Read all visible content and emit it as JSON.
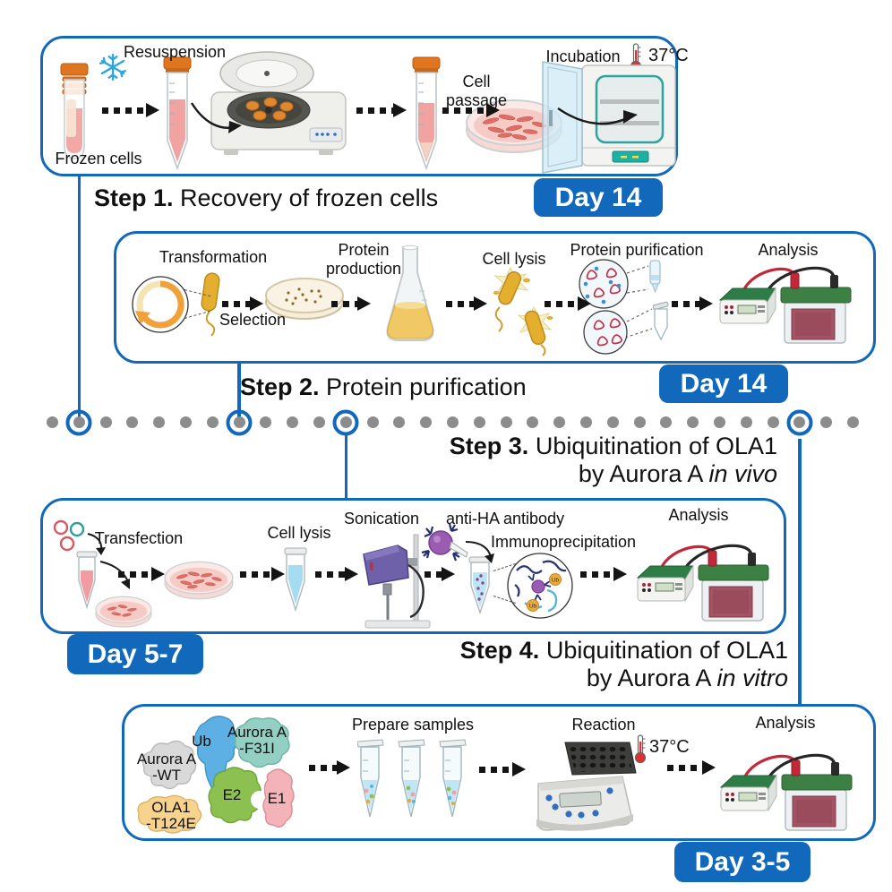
{
  "colors": {
    "blue": "#1268bb",
    "dot": "#8c8c8c",
    "arrow": "#141414",
    "snow": "#2aa7e0"
  },
  "timeline": {
    "dot_count": 31,
    "ring_indices": [
      1,
      7,
      11,
      28
    ]
  },
  "steps": {
    "step1": {
      "title_bold": "Step 1.",
      "title_rest": "Recovery of frozen cells",
      "badge": "Day 14",
      "labels": {
        "frozen_cells": "Frozen cells",
        "resuspension": "Resuspension",
        "cell_passage": "Cell passage",
        "incubation": "Incubation",
        "temperature": "37°C"
      }
    },
    "step2": {
      "title_bold": "Step 2.",
      "title_rest": "Protein purification",
      "badge": "Day 14",
      "labels": {
        "transformation": "Transformation",
        "selection": "Selection",
        "protein_production": "Protein production",
        "cell_lysis": "Cell lysis",
        "protein_purification": "Protein purification",
        "analysis": "Analysis"
      }
    },
    "step3": {
      "title_bold": "Step 3.",
      "title_rest": "Ubiquitination of OLA1",
      "title_line2": "by Aurora A",
      "title_line2_italic": "in vivo",
      "badge": "Day 5-7",
      "labels": {
        "transfection": "Transfection",
        "cell_lysis": "Cell lysis",
        "sonication": "Sonication",
        "antibody": "anti-HA antibody",
        "immunoprecipitation": "Immunoprecipitation",
        "analysis": "Analysis",
        "ub": "Ub"
      }
    },
    "step4": {
      "title_bold": "Step 4.",
      "title_rest": "Ubiquitination of OLA1",
      "title_line2": "by Aurora A",
      "title_line2_italic": "in vitro",
      "badge": "Day 3-5",
      "labels": {
        "ub": "Ub",
        "aurora_f31i_line1": "Aurora A",
        "aurora_f31i_line2": "-F31I",
        "aurora_wt_line1": "Aurora A",
        "aurora_wt_line2": "-WT",
        "e2": "E2",
        "e1": "E1",
        "ola1_line1": "OLA1",
        "ola1_line2": "-T124E",
        "prepare_samples": "Prepare samples",
        "reaction": "Reaction",
        "temperature": "37°C",
        "analysis": "Analysis"
      }
    }
  }
}
